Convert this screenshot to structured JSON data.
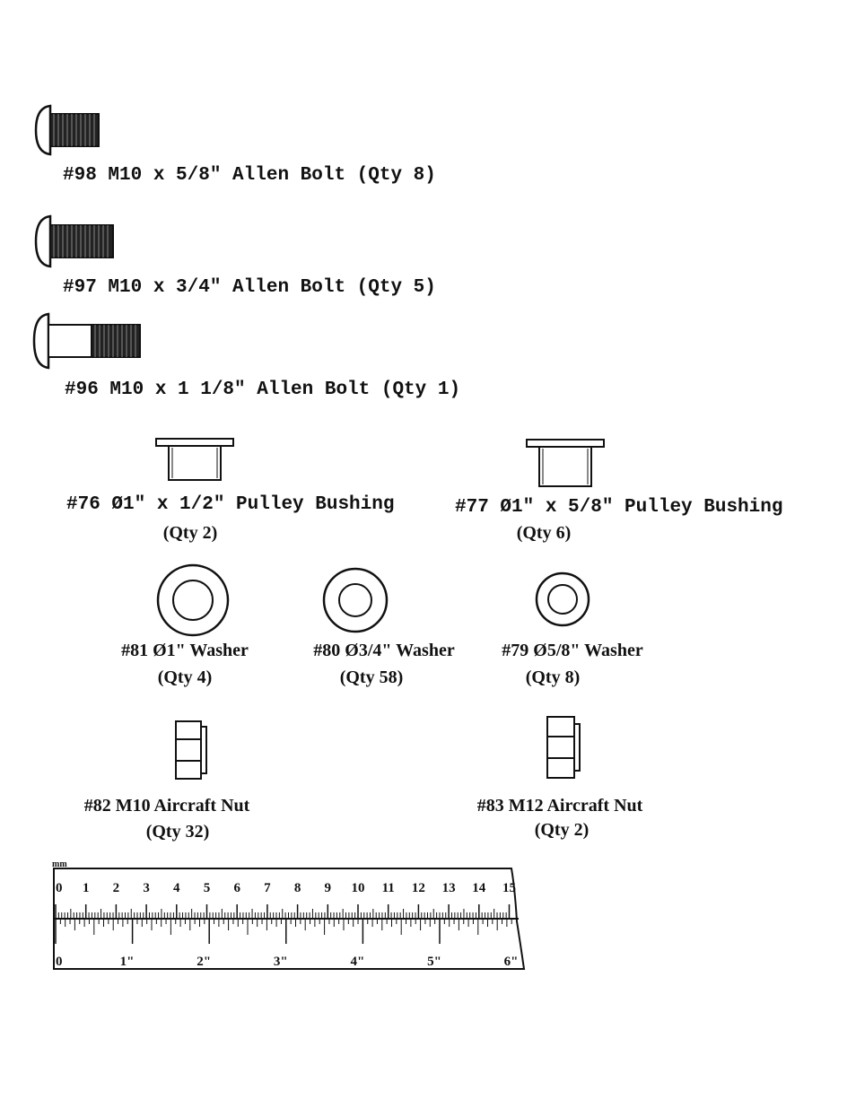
{
  "bolts": [
    {
      "label": "#98 M10 x 5/8\" Allen Bolt (Qty 8)"
    },
    {
      "label": "#97 M10 x 3/4\" Allen Bolt (Qty 5)"
    },
    {
      "label": "#96 M10 x 1 1/8\" Allen Bolt (Qty 1)"
    }
  ],
  "bushings": [
    {
      "label": "#76 Ø1\" x 1/2\" Pulley Bushing",
      "qty": "(Qty 2)"
    },
    {
      "label": "#77 Ø1\" x 5/8\" Pulley Bushing",
      "qty": "(Qty 6)"
    }
  ],
  "washers": [
    {
      "label": "#81 Ø1\" Washer",
      "qty": "(Qty 4)"
    },
    {
      "label": "#80 Ø3/4\" Washer",
      "qty": "(Qty 58)"
    },
    {
      "label": "#79 Ø5/8\" Washer",
      "qty": "(Qty 8)"
    }
  ],
  "nuts": [
    {
      "label": "#82 M10 Aircraft Nut",
      "qty": "(Qty 32)"
    },
    {
      "label": "#83 M12 Aircraft Nut",
      "qty": "(Qty 2)"
    }
  ],
  "ruler": {
    "unit_mm": "mm",
    "cm_labels": [
      "0",
      "1",
      "2",
      "3",
      "4",
      "5",
      "6",
      "7",
      "8",
      "9",
      "10",
      "11",
      "12",
      "13",
      "14",
      "15"
    ],
    "inch_labels": [
      "0",
      "1\"",
      "2\"",
      "3\"",
      "4\"",
      "5\"",
      "6\""
    ]
  }
}
